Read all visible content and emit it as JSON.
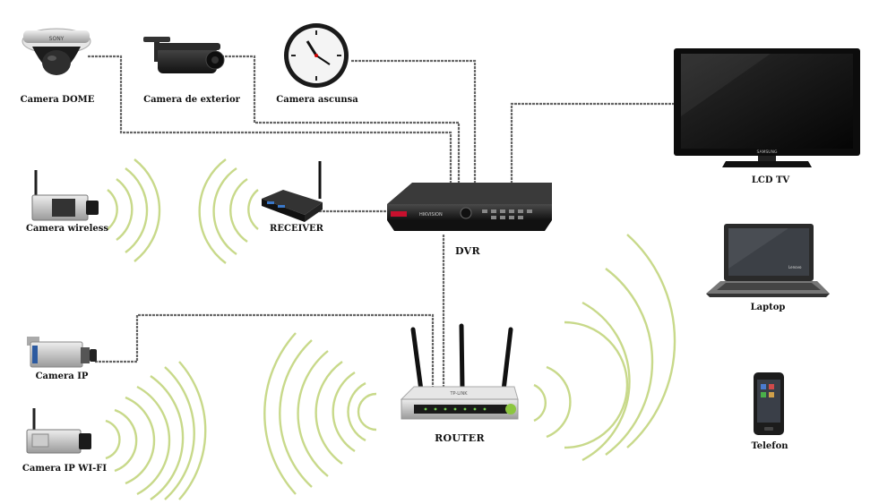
{
  "labels": {
    "camera_dome": "Camera DOME",
    "camera_exterior": "Camera de exterior",
    "camera_hidden": "Camera ascunsa",
    "camera_wireless": "Camera wireless",
    "receiver": "RECEIVER",
    "dvr": "DVR",
    "lcd_tv": "LCD TV",
    "laptop": "Laptop",
    "camera_ip": "Camera IP",
    "router": "ROUTER",
    "camera_ip_wifi": "Camera IP WI-FI",
    "telefon": "Telefon"
  },
  "device_marks": {
    "dome_brand": "SONY",
    "tv_brand": "SAMSUNG",
    "laptop_brand": "Lenovo",
    "router_brand": "TP-LINK",
    "dvr_brand": "HIKVISION"
  },
  "colors": {
    "cable": "#666666",
    "signal": "#c8d98a"
  }
}
